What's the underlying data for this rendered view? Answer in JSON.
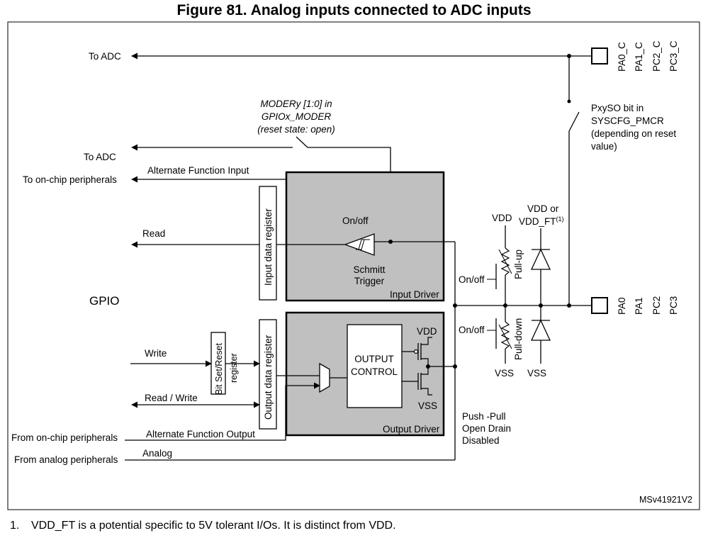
{
  "title": "Figure 81. Analog inputs connected to ADC inputs",
  "footnote": {
    "number": "1.",
    "text": "VDD_FT is a potential specific to 5V tolerant I/Os. It is distinct from VDD."
  },
  "diagram": {
    "to_adc_top": "To ADC",
    "pins_c": [
      "PA0_C",
      "PA1_C",
      "PC2_C",
      "PC3_C"
    ],
    "pins": [
      "PA0",
      "PA1",
      "PC2",
      "PC3"
    ],
    "moder_label": [
      "MODERy [1:0] in",
      "GPIOx_MODER",
      "(reset state: open)"
    ],
    "pxyso_label": [
      "PxySO bit in",
      "SYSCFG_PMCR",
      "(depending on reset",
      "value)"
    ],
    "to_adc_mid": "To ADC",
    "to_onchip": "To on-chip peripherals",
    "alt_func_input": "Alternate Function Input",
    "read": "Read",
    "gpio": "GPIO",
    "input_data_register": "Input data register",
    "on_off_schmitt": "On/off",
    "schmitt": [
      "Schmitt",
      "Trigger"
    ],
    "input_driver": "Input Driver",
    "vdd_pullup": "VDD",
    "vdd_or": "VDD or",
    "vdd_ft": "VDD_FT",
    "vdd_ft_sup": "(1)",
    "pull_up": "Pull-up",
    "pull_down": "Pull-down",
    "on_off_up": "On/off",
    "on_off_down": "On/off",
    "vss_left": "VSS",
    "vss_right": "VSS",
    "write": "Write",
    "bit_set_reset": [
      "Bit Set/Reset",
      "register"
    ],
    "output_data_register": "Output data register",
    "output_control": [
      "OUTPUT",
      "CONTROL"
    ],
    "vdd_out": "VDD",
    "vss_out": "VSS",
    "output_driver": "Output Driver",
    "read_write": "Read / Write",
    "from_onchip": "From on-chip peripherals",
    "alt_func_output": "Alternate Function Output",
    "push_pull": [
      "Push -Pull",
      "Open Drain",
      "Disabled"
    ],
    "from_analog": "From analog peripherals",
    "analog": "Analog",
    "ref_code": "MSv41921V2"
  }
}
